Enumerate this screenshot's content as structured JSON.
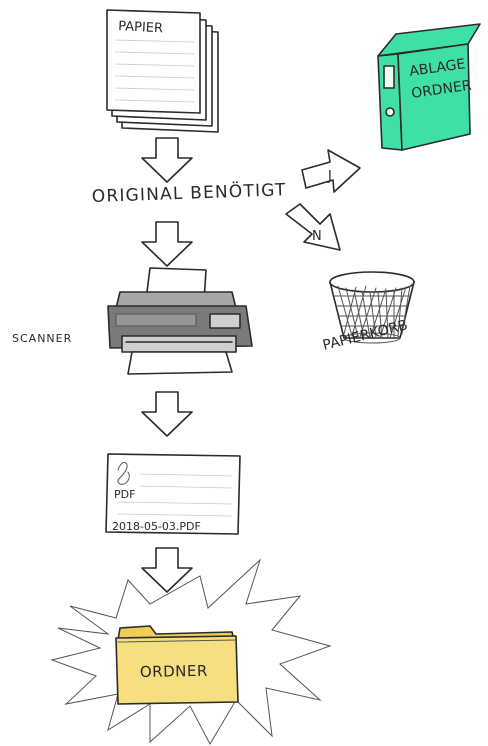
{
  "labels": {
    "papier": "PAPIER",
    "original_question": "ORIGINAL BENÖTIGT",
    "yes": "J",
    "no": "N",
    "binder_line1": "ABLAGE",
    "binder_line2": "ORDNER",
    "trash": "PAPIERKORB",
    "scanner": "SCANNER",
    "pdf": "PDF",
    "filename": "2018-05-03.PDF",
    "folder": "ORDNER"
  },
  "colors": {
    "binder": "#3fe0a6",
    "folder": "#f7de7f",
    "printer_dark": "#7a7a7a",
    "printer_mid": "#a6a6a6",
    "printer_light": "#cfcfcf",
    "ink": "#2b2b2b"
  },
  "icons": {
    "document_stack": "paper-stack-icon",
    "binder": "binder-icon",
    "trash": "wastebasket-icon",
    "scanner": "printer-scanner-icon",
    "pdf_document": "pdf-document-icon",
    "folder": "folder-icon"
  }
}
